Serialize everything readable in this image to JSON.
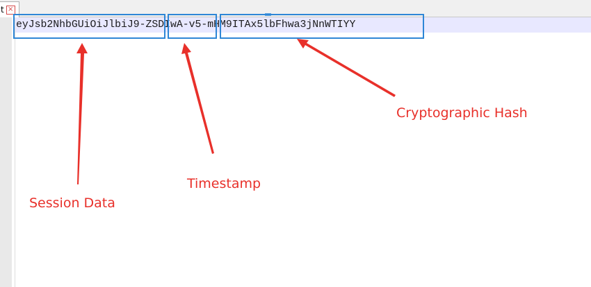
{
  "tab": {
    "label": "t",
    "close_glyph": "×"
  },
  "token": {
    "session_data": "eyJsb2NhbGUiOiJlbiJ9",
    "separator_1": "-",
    "timestamp": "ZSDIwA",
    "separator_2": "-",
    "hash": "v5-mHM9ITAx5lbFhwa3jNnWTIYY"
  },
  "annotations": {
    "session_data": "Session Data",
    "timestamp": "Timestamp",
    "hash": "Cryptographic Hash"
  },
  "colors": {
    "annotation": "#e8302a",
    "box": "#2e86d6",
    "line_highlight": "#e8e8ff"
  }
}
